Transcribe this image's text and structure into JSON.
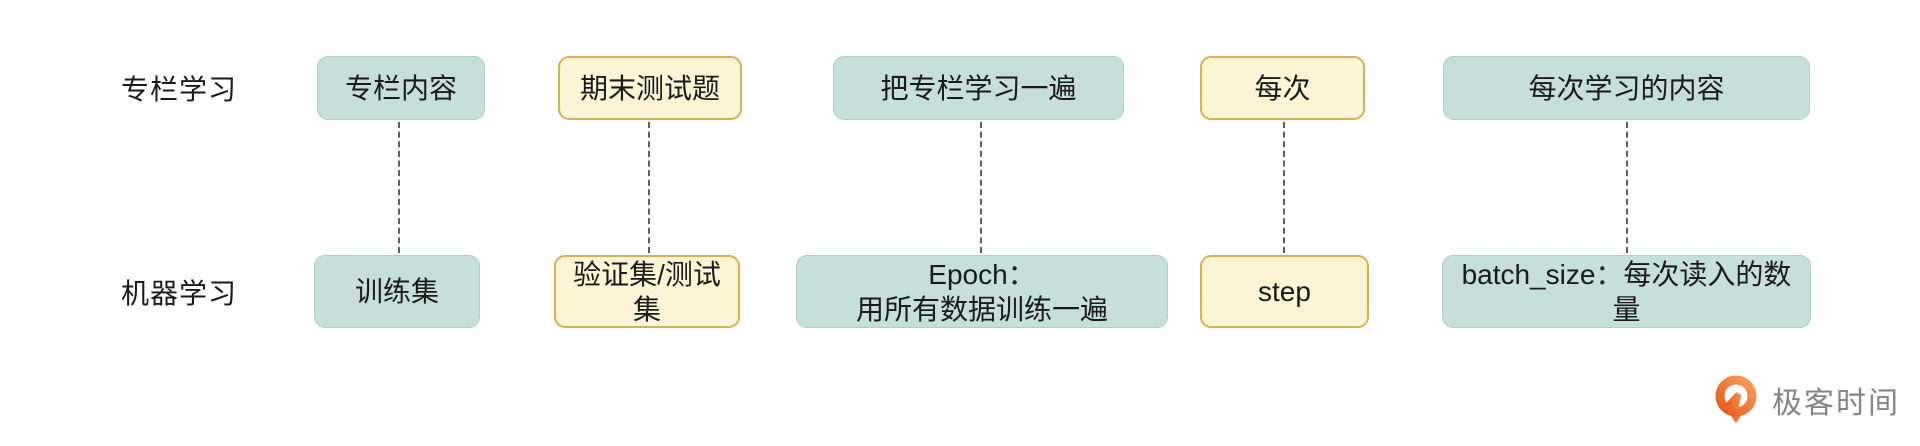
{
  "rows": [
    {
      "label": "专栏学习"
    },
    {
      "label": "机器学习"
    }
  ],
  "pairs": [
    {
      "top": "专栏内容",
      "bottom": "训练集"
    },
    {
      "top": "期末测试题",
      "bottom": "验证集/测试集"
    },
    {
      "top": "把专栏学习一遍",
      "bottom": "Epoch：\n用所有数据训练一遍"
    },
    {
      "top": "每次",
      "bottom": "step"
    },
    {
      "top": "每次学习的内容",
      "bottom": "batch_size：每次读入的数量"
    }
  ],
  "logo": {
    "text": "极客时间",
    "icon": "geektime-pin-icon"
  },
  "colors": {
    "teal_fill": "#c5dfd9",
    "teal_border": "#aed0c7",
    "yellow_fill": "#fdf4d3",
    "yellow_border": "#d6b055",
    "text": "#1a1a1a",
    "connector": "#5f5f5f",
    "logo_text": "#85848a",
    "logo_orange_light": "#f5a05a",
    "logo_orange_dark": "#e55a1d"
  }
}
